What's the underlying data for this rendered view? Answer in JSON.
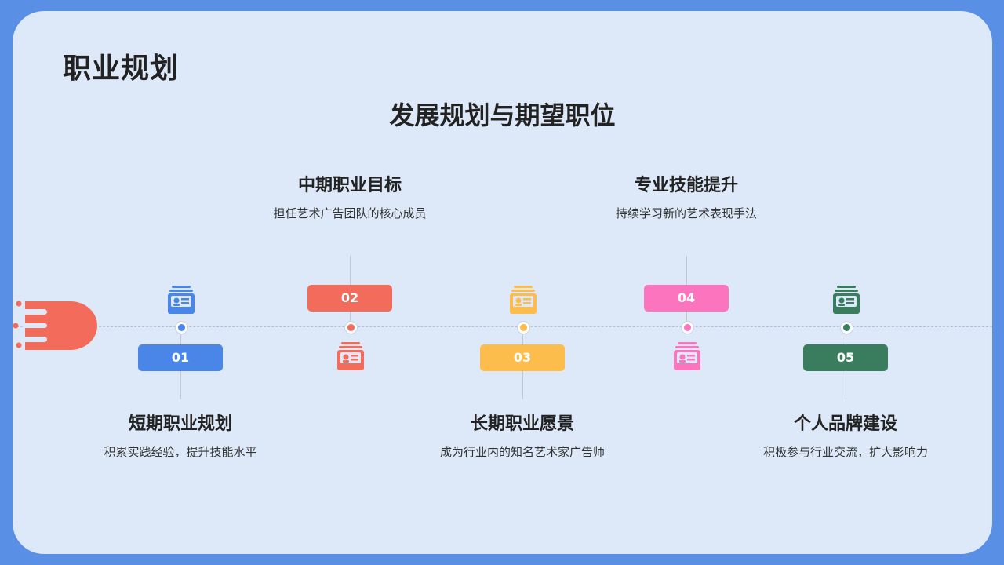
{
  "page_title": "职业规划",
  "subtitle": "发展规划与期望职位",
  "steps": [
    {
      "num": "01",
      "title": "短期职业规划",
      "desc": "积累实践经验，提升技能水平",
      "color": "#4a86e8",
      "icon": "id-card-icon"
    },
    {
      "num": "02",
      "title": "中期职业目标",
      "desc": "担任艺术广告团队的核心成员",
      "color": "#f26b5b",
      "icon": "id-card-icon"
    },
    {
      "num": "03",
      "title": "长期职业愿景",
      "desc": "成为行业内的知名艺术家广告师",
      "color": "#fcbd4c",
      "icon": "id-card-icon"
    },
    {
      "num": "04",
      "title": "专业技能提升",
      "desc": "持续学习新的艺术表现手法",
      "color": "#fb74bd",
      "icon": "id-card-icon"
    },
    {
      "num": "05",
      "title": "个人品牌建设",
      "desc": "积极参与行业交流，扩大影响力",
      "color": "#3a7d5e",
      "icon": "id-card-icon"
    }
  ]
}
